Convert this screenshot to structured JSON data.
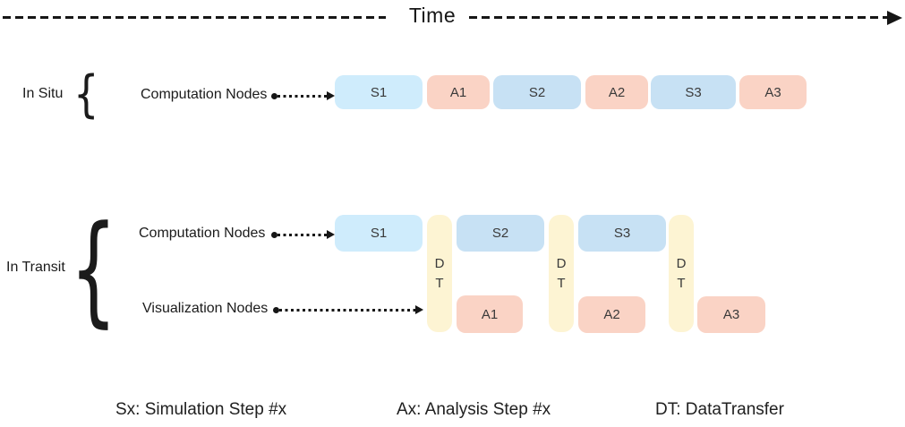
{
  "timeline": {
    "label": "Time"
  },
  "glyphs": {
    "brace": "{"
  },
  "colors": {
    "simulation_first": "#cfecfc",
    "simulation": "#c7e1f4",
    "analysis": "#fad3c5",
    "transfer": "#fdf4d3"
  },
  "in_situ": {
    "group_label": "In Situ",
    "row_label": "Computation Nodes",
    "blocks": [
      {
        "label": "S1"
      },
      {
        "label": "A1"
      },
      {
        "label": "S2"
      },
      {
        "label": "A2"
      },
      {
        "label": "S3"
      },
      {
        "label": "A3"
      }
    ]
  },
  "in_transit": {
    "group_label": "In Transit",
    "computation_row_label": "Computation Nodes",
    "visualization_row_label": "Visualization Nodes",
    "computation_blocks": [
      {
        "label": "S1"
      },
      {
        "label": "S2"
      },
      {
        "label": "S3"
      }
    ],
    "transfer_blocks": [
      {
        "label": "DT"
      },
      {
        "label": "DT"
      },
      {
        "label": "DT"
      }
    ],
    "visualization_blocks": [
      {
        "label": "A1"
      },
      {
        "label": "A2"
      },
      {
        "label": "A3"
      }
    ]
  },
  "legend": {
    "simulation": "Sx: Simulation Step #x",
    "analysis": "Ax: Analysis Step #x",
    "transfer": "DT: DataTransfer"
  }
}
